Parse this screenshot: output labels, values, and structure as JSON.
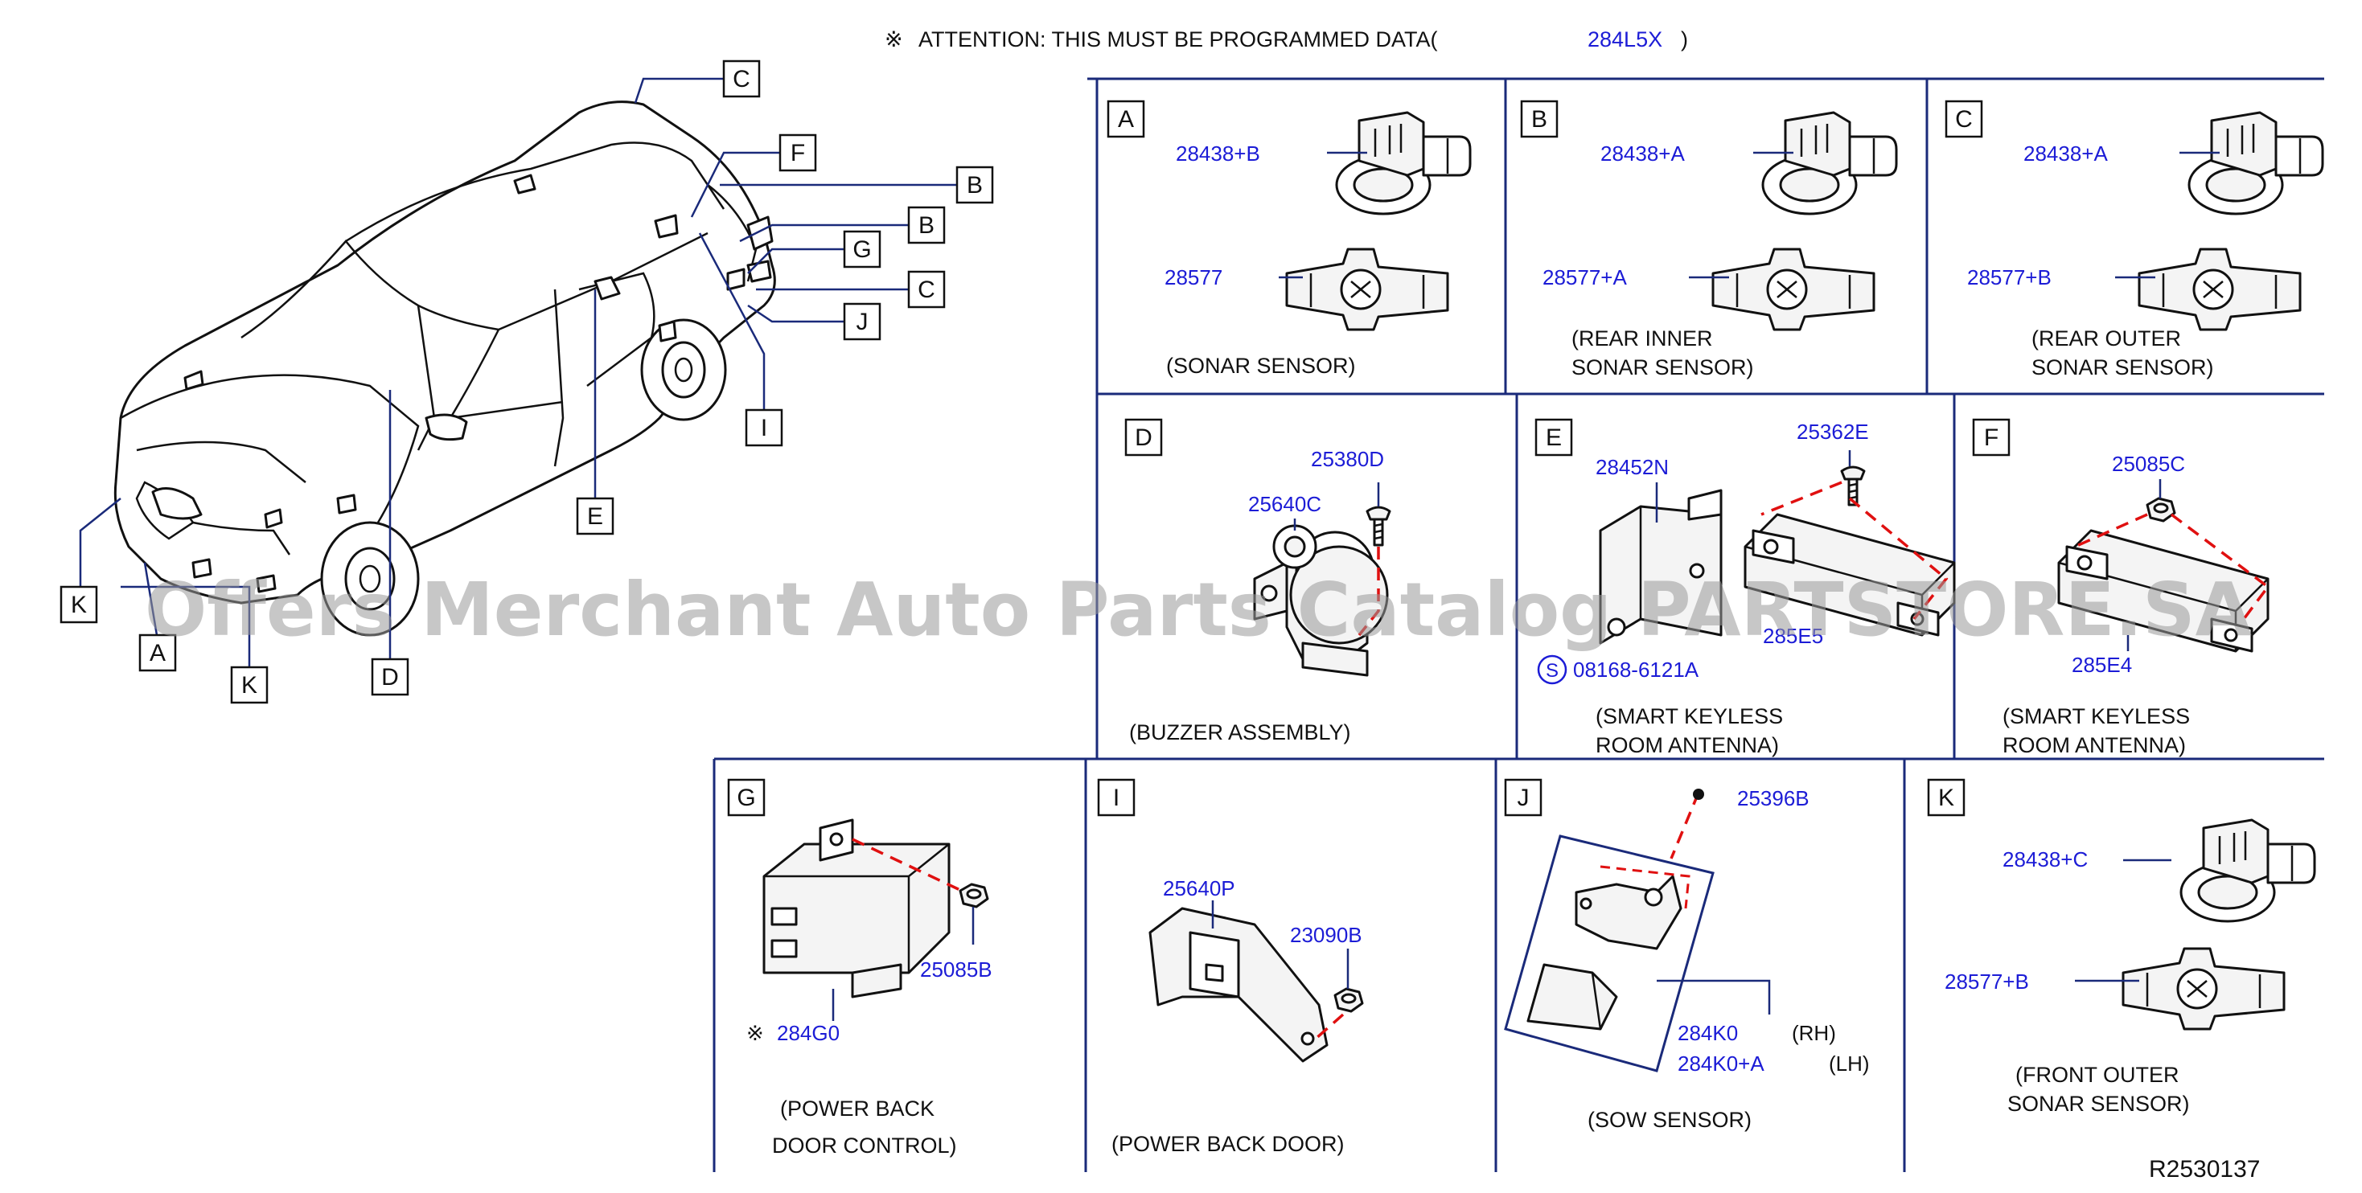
{
  "attention": {
    "mark": "※",
    "text": "ATTENTION:  THIS  MUST  BE  PROGRAMMED  DATA(",
    "code": "284L5X",
    "close": ")"
  },
  "watermark": "Offers Merchant Auto Parts Catalog PARTSTORE.SA",
  "diagram_id": "R2530137",
  "car_callouts": [
    "C",
    "F",
    "B",
    "B",
    "G",
    "C",
    "J",
    "I",
    "E",
    "K",
    "A",
    "K",
    "D"
  ],
  "panels": {
    "A": {
      "letter": "A",
      "parts": [
        "28438+B",
        "28577"
      ],
      "caption": [
        "(SONAR   SENSOR)"
      ]
    },
    "B": {
      "letter": "B",
      "parts": [
        "28438+A",
        "28577+A"
      ],
      "caption": [
        "(REAR   INNER",
        "SONAR   SENSOR)"
      ]
    },
    "C": {
      "letter": "C",
      "parts": [
        "28438+A",
        "28577+B"
      ],
      "caption": [
        "(REAR   OUTER",
        "SONAR   SENSOR)"
      ]
    },
    "D": {
      "letter": "D",
      "parts": [
        "25380D",
        "25640C"
      ],
      "caption": [
        "(BUZZER   ASSEMBLY)"
      ]
    },
    "E": {
      "letter": "E",
      "parts": [
        "28452N",
        "25362E",
        "285E5",
        "08168-6121A"
      ],
      "bolt_mark": "S",
      "caption": [
        "(SMART   KEYLESS",
        "ROOM   ANTENNA)"
      ]
    },
    "F": {
      "letter": "F",
      "parts": [
        "25085C",
        "285E4"
      ],
      "caption": [
        "(SMART   KEYLESS",
        "ROOM   ANTENNA)"
      ]
    },
    "G": {
      "letter": "G",
      "parts": [
        "25085B",
        "284G0"
      ],
      "program_mark": "※",
      "caption": [
        "(POWER   BACK",
        "DOOR   CONTROL)"
      ]
    },
    "I": {
      "letter": "I",
      "parts": [
        "25640P",
        "23090B"
      ],
      "caption": [
        "(POWER   BACK   DOOR)"
      ]
    },
    "J": {
      "letter": "J",
      "parts": [
        "25396B",
        "284K0",
        "284K0+A"
      ],
      "sides": [
        "(RH)",
        "(LH)"
      ],
      "caption": [
        "(SOW   SENSOR)"
      ]
    },
    "K": {
      "letter": "K",
      "parts": [
        "28438+C",
        "28577+B"
      ],
      "caption": [
        "(FRONT   OUTER",
        "SONAR   SENSOR)"
      ]
    }
  }
}
